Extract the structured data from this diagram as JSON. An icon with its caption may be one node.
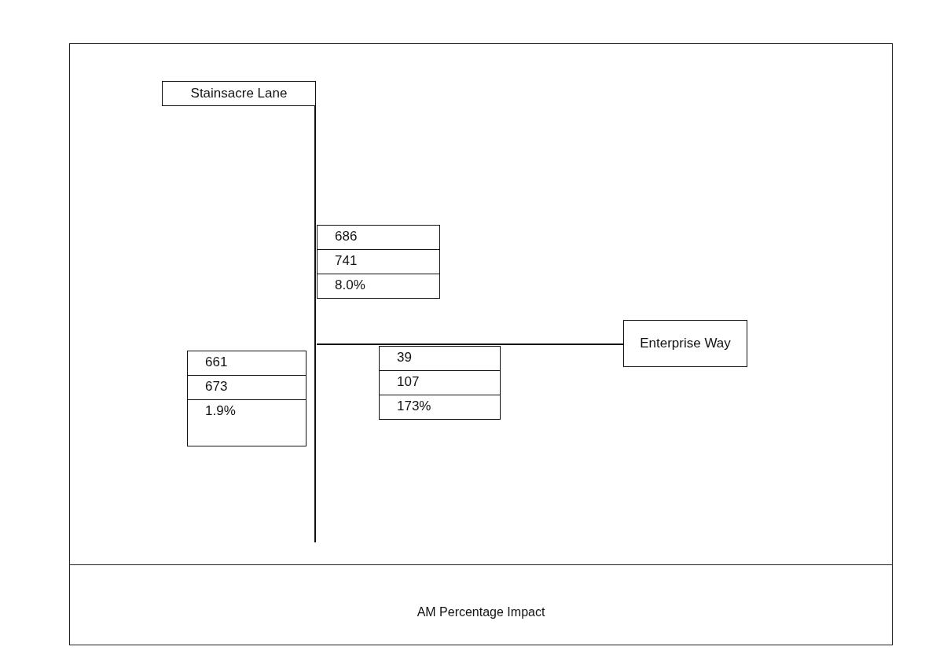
{
  "diagram": {
    "caption": "AM Percentage Impact",
    "nodes": [
      {
        "text": [
          "Stainsacre Lane"
        ]
      },
      {
        "text": [
          "686"
        ]
      },
      {
        "text": [
          "741"
        ]
      },
      {
        "text": [
          "8.0%"
        ]
      },
      {
        "text": [
          "Enterprise Way"
        ]
      },
      {
        "text": [
          "39"
        ]
      },
      {
        "text": [
          "107"
        ]
      },
      {
        "text": [
          "173%"
        ]
      },
      {
        "text": [
          "661"
        ]
      },
      {
        "text": [
          "673"
        ]
      },
      {
        "text": [
          "1.9%"
        ]
      }
    ],
    "edges": [
      {
        "from": 0,
        "to": null,
        "arrow": "none"
      },
      {
        "from": 4,
        "to": null,
        "arrow": "none"
      }
    ]
  }
}
